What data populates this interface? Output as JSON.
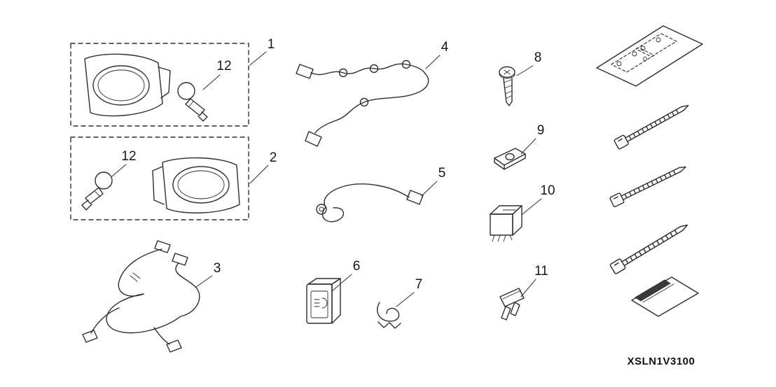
{
  "diagram": {
    "part_code": "XSLN1V3100",
    "callouts": {
      "c1": "1",
      "c2": "2",
      "c3": "3",
      "c4": "4",
      "c5": "5",
      "c6": "6",
      "c7": "7",
      "c8": "8",
      "c9": "9",
      "c10": "10",
      "c11": "11",
      "c12a": "12",
      "c12b": "12"
    }
  }
}
